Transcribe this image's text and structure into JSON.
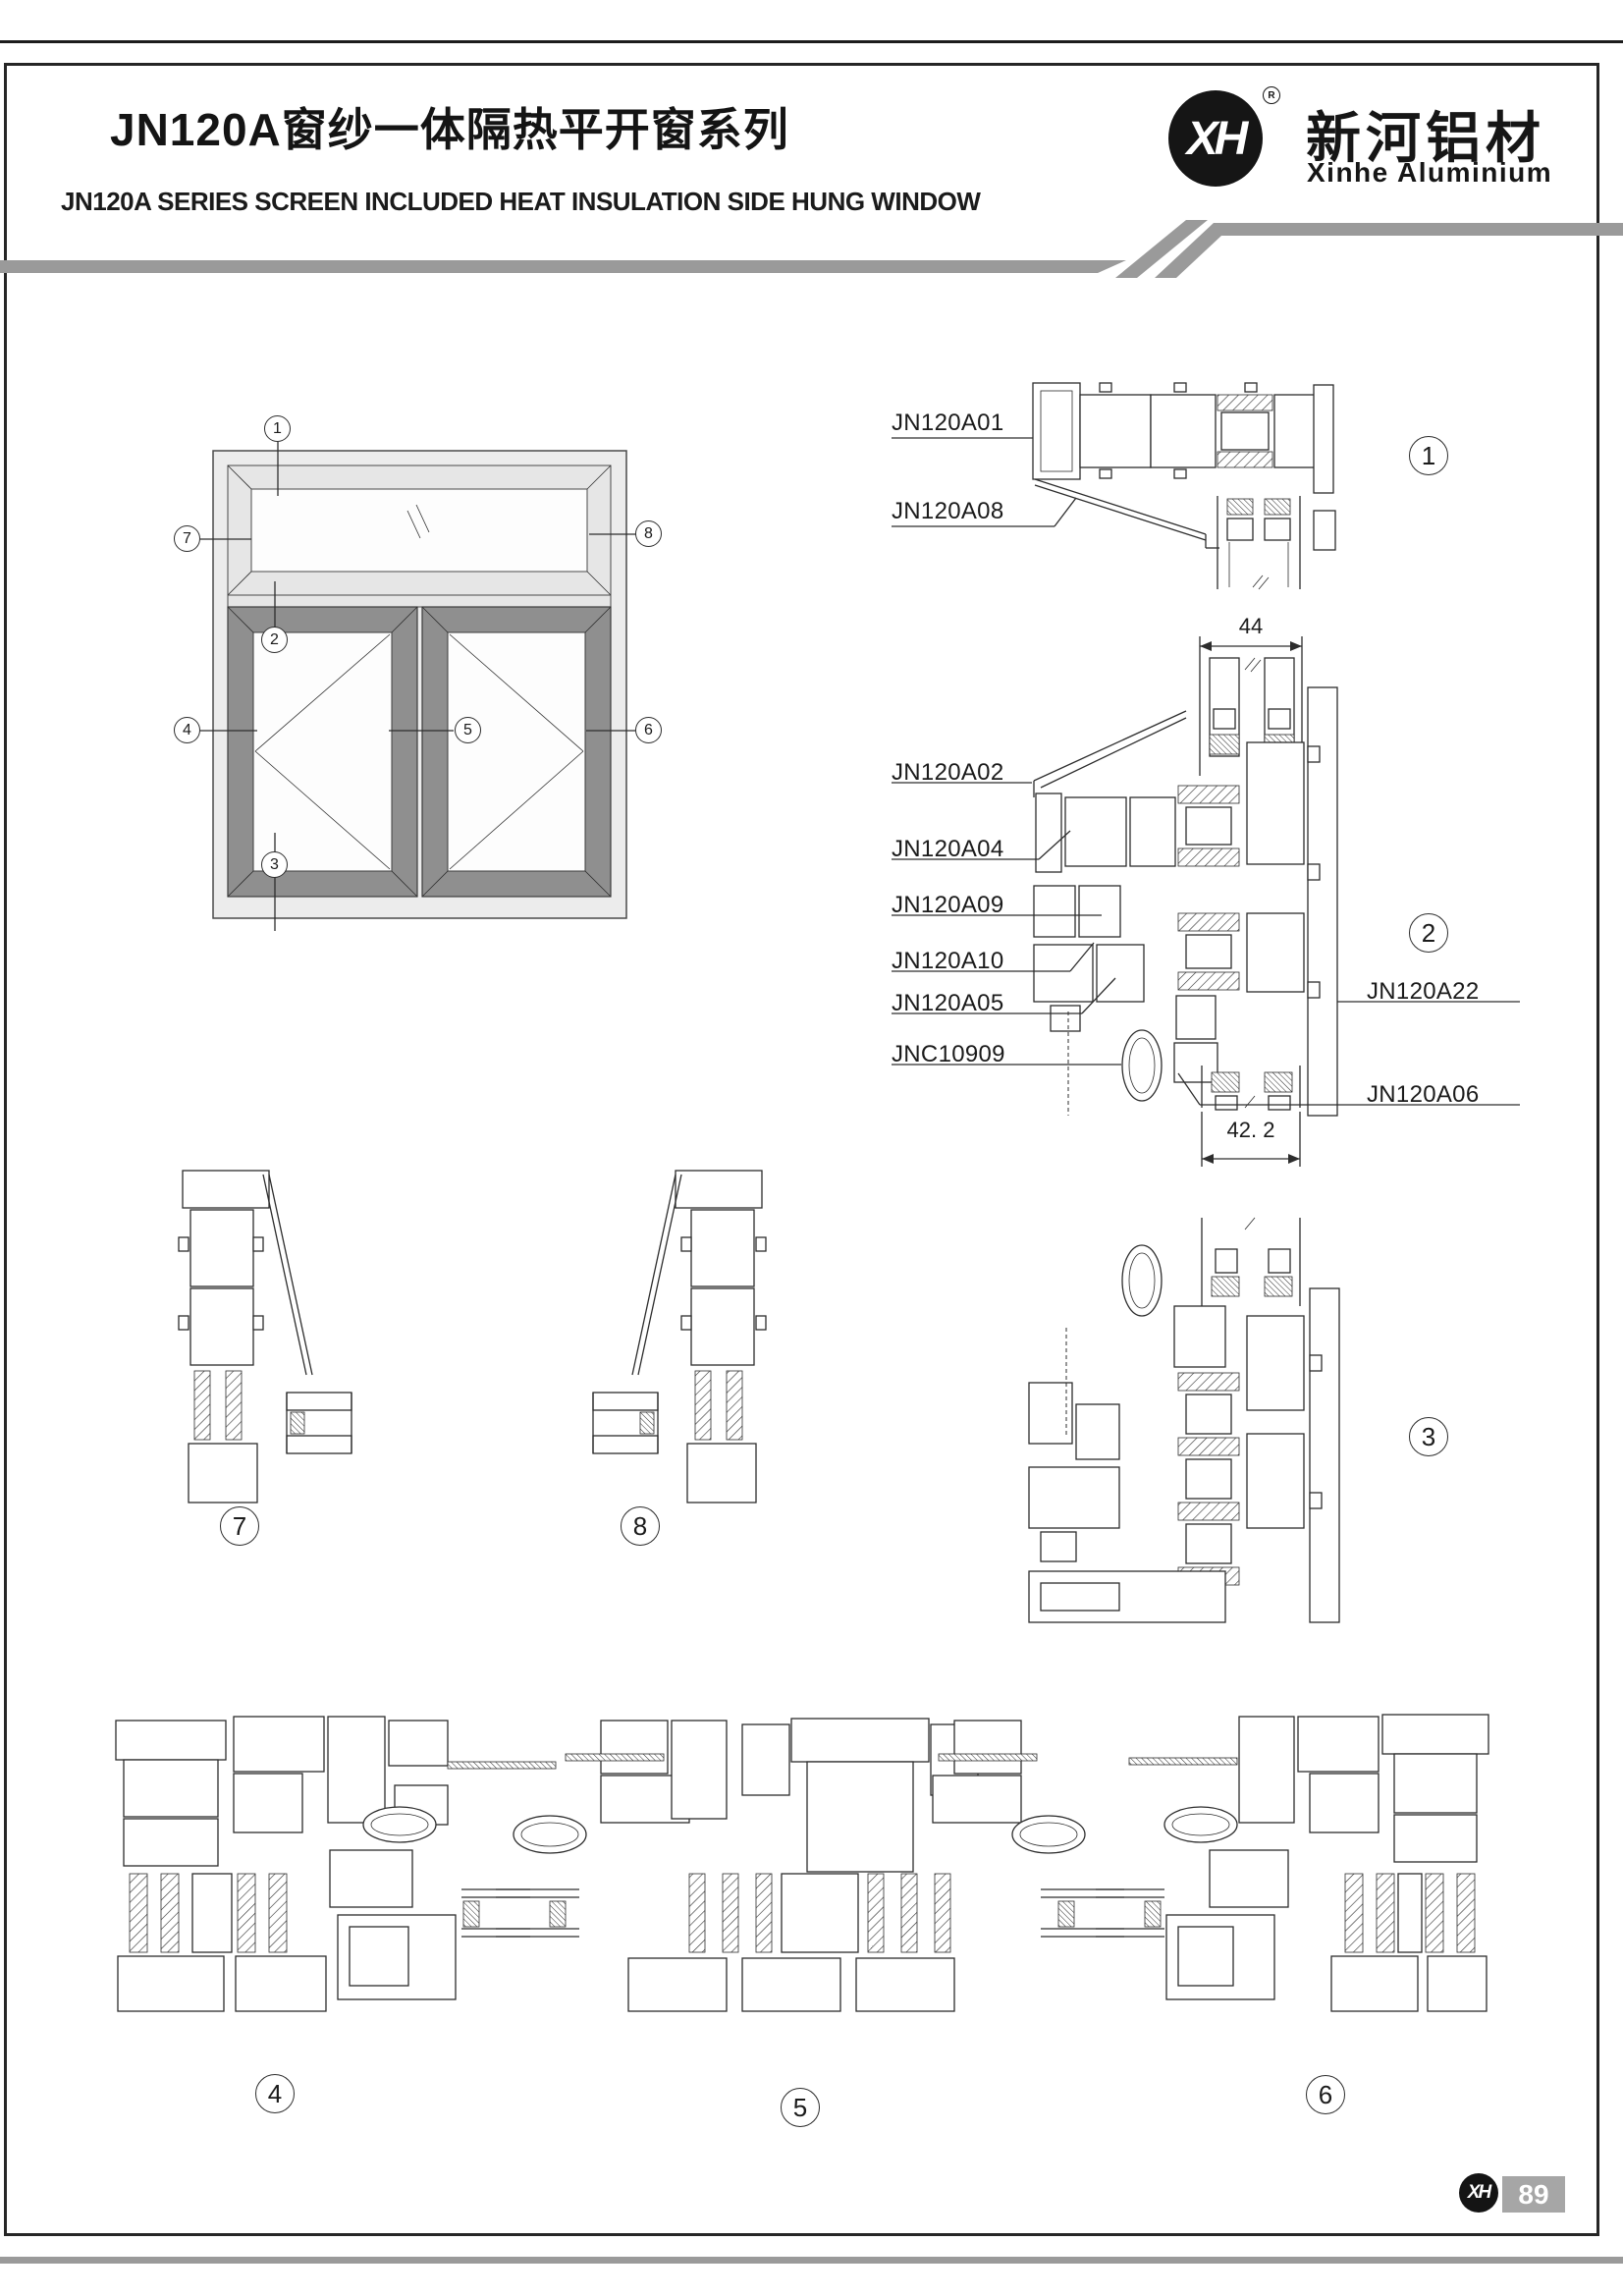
{
  "header": {
    "title_cn": "JN120A窗纱一体隔热平开窗系列",
    "title_en": "JN120A SERIES SCREEN INCLUDED HEAT INSULATION SIDE HUNG WINDOW"
  },
  "brand": {
    "logo_text": "XH",
    "registered_mark": "R",
    "name_cn": "新河铝材",
    "name_en": "Xinhe Aluminium"
  },
  "colors": {
    "accent_gray": "#9a9a9a",
    "line": "#2d2d2d",
    "badge_gray": "#a6a6a6"
  },
  "elevation": {
    "callouts": [
      "1",
      "2",
      "3",
      "4",
      "5",
      "6",
      "7",
      "8"
    ]
  },
  "sections": {
    "s1": {
      "number": "1",
      "labels": {
        "a01": "JN120A01",
        "a08": "JN120A08"
      }
    },
    "s2": {
      "number": "2",
      "dim_top": "44",
      "dim_bottom": "42. 2",
      "labels": {
        "a02": "JN120A02",
        "a04": "JN120A04",
        "a09": "JN120A09",
        "a10": "JN120A10",
        "a05": "JN120A05",
        "c10909": "JNC10909",
        "a22": "JN120A22",
        "a06": "JN120A06"
      }
    },
    "s3": {
      "number": "3"
    },
    "s4": {
      "number": "4"
    },
    "s5": {
      "number": "5"
    },
    "s6": {
      "number": "6"
    },
    "s7": {
      "number": "7"
    },
    "s8": {
      "number": "8"
    }
  },
  "footer": {
    "page_number": "89",
    "logo_text": "XH"
  }
}
